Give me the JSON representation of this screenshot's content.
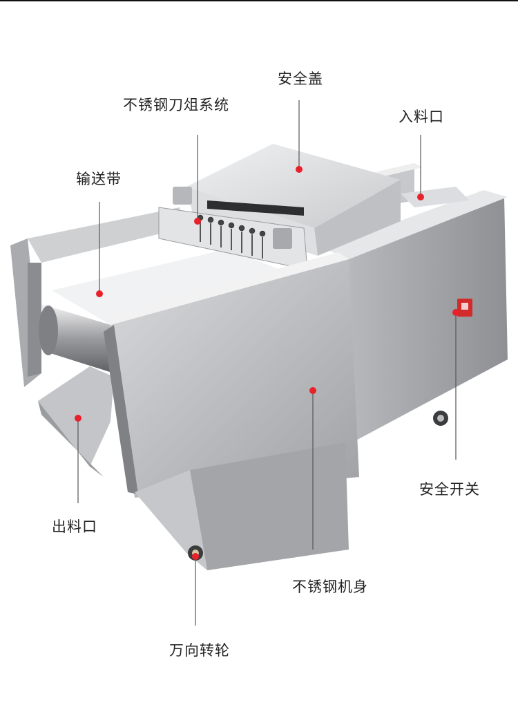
{
  "callouts": {
    "safety_cover": "安全盖",
    "blade_system": "不锈钢刀俎系统",
    "feed_inlet": "入料口",
    "conveyor_belt": "输送带",
    "safety_switch": "安全开关",
    "discharge_outlet": "出料口",
    "stainless_body": "不锈钢机身",
    "universal_wheel": "万向转轮"
  },
  "colors": {
    "marker": "#e8212b",
    "leader_line": "#555555"
  }
}
